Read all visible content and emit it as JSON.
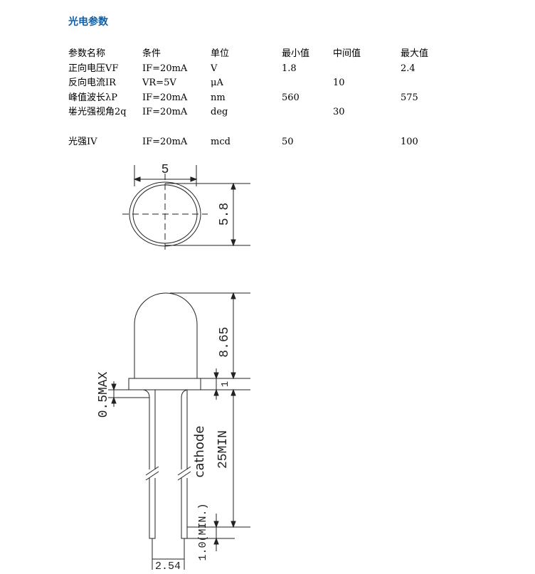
{
  "title": "光电参数",
  "table": {
    "headers": [
      "参数名称",
      "条件",
      "单位",
      "最小值",
      "中间值",
      "最大值"
    ],
    "rows": [
      [
        "正向电压VF",
        "IF=20mA",
        "V",
        "1.8",
        "",
        "2.4"
      ],
      [
        "反向电流IR",
        "VR=5V",
        "μA",
        "",
        "10",
        ""
      ],
      [
        "峰值波长λP",
        "IF=20mA",
        "nm",
        "560",
        "",
        "575"
      ],
      [
        "半光强视角2q",
        "IF=20mA",
        "deg",
        "",
        "30",
        ""
      ],
      [
        "光强IV",
        "IF=20mA",
        "mcd",
        "50",
        "",
        "100"
      ]
    ],
    "wrap_text": "½"
  },
  "drawing": {
    "top_width": "5",
    "top_height": "5.8",
    "body_height": "8.65",
    "flange_height": "1",
    "flange_max": "0.5MAX",
    "cathode_label": "cathode",
    "lead_length": "25MIN",
    "lead_min": "1.0(MIN.)",
    "lead_pitch": "2.54"
  }
}
